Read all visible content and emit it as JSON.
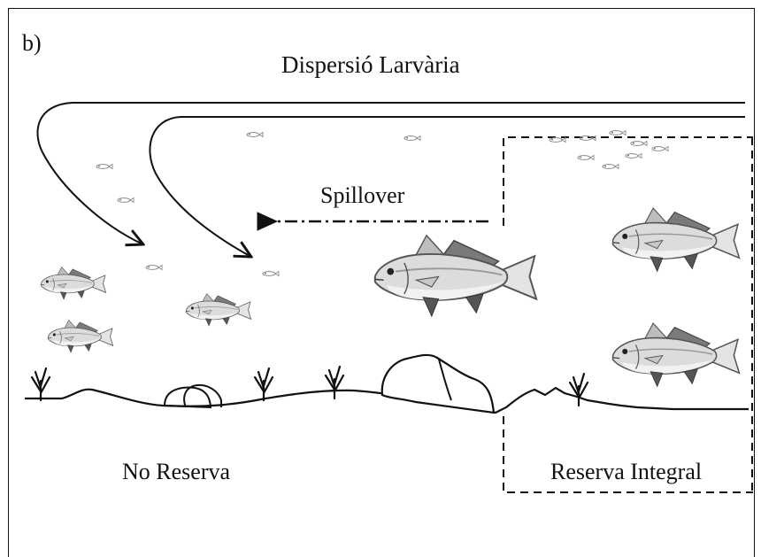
{
  "figure": {
    "panel_label": "b)",
    "title": "Dispersió Larvària",
    "arrow_label": "Spillover",
    "zones": {
      "outside": "No Reserva",
      "inside": "Reserva Integral"
    }
  },
  "colors": {
    "ink": "#111111",
    "fish_body": "#d9d9d9",
    "fish_shade": "#8a8a8a"
  },
  "icons": {
    "fish": "fish-icon",
    "larva": "larva-icon",
    "coral": "coral-icon",
    "rock": "rock-icon"
  }
}
